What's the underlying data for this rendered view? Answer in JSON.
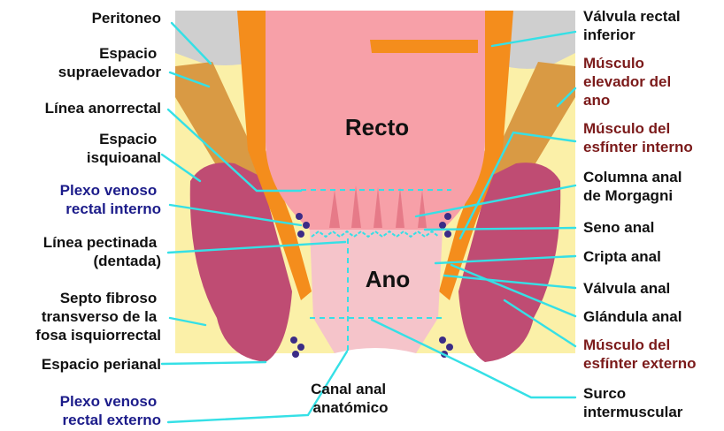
{
  "colors": {
    "label_default": "#111111",
    "label_muscle": "#7b1a1a",
    "label_venous": "#1c1c8a",
    "leader": "#35e0e6",
    "background": "#ffffff"
  },
  "organs": {
    "rectum": "Recto",
    "anus": "Ano"
  },
  "labels_left": [
    {
      "id": "peritoneo",
      "lines": [
        "Peritoneo"
      ]
    },
    {
      "id": "espacio-supraelevador",
      "lines": [
        "Espacio",
        "supraelevador"
      ]
    },
    {
      "id": "linea-anorrectal",
      "lines": [
        "Línea anorrectal"
      ]
    },
    {
      "id": "espacio-isquioanal",
      "lines": [
        "Espacio",
        "isquioanal"
      ]
    },
    {
      "id": "plexo-venoso-interno",
      "lines": [
        "Plexo venoso",
        "rectal interno"
      ]
    },
    {
      "id": "linea-pectinada",
      "lines": [
        "Línea pectinada",
        "(dentada)"
      ]
    },
    {
      "id": "septo-fibroso",
      "lines": [
        "Septo fibroso",
        "transverso de la",
        "fosa isquiorrectal"
      ]
    },
    {
      "id": "espacio-perianal",
      "lines": [
        "Espacio perianal"
      ]
    },
    {
      "id": "plexo-venoso-externo",
      "lines": [
        "Plexo venoso",
        "rectal externo"
      ]
    }
  ],
  "labels_right": [
    {
      "id": "valvula-rectal-inferior",
      "lines": [
        "Válvula rectal",
        "inferior"
      ]
    },
    {
      "id": "musculo-elevador",
      "lines": [
        "Músculo",
        "elevador del",
        "ano"
      ]
    },
    {
      "id": "esfinter-interno",
      "lines": [
        "Músculo del",
        "esfínter interno"
      ]
    },
    {
      "id": "columna-anal",
      "lines": [
        "Columna anal",
        "de Morgagni"
      ]
    },
    {
      "id": "seno-anal",
      "lines": [
        "Seno anal"
      ]
    },
    {
      "id": "cripta-anal",
      "lines": [
        "Cripta anal"
      ]
    },
    {
      "id": "valvula-anal",
      "lines": [
        "Válvula anal"
      ]
    },
    {
      "id": "glandula-anal",
      "lines": [
        "Glándula anal"
      ]
    },
    {
      "id": "esfinter-externo",
      "lines": [
        "Músculo del",
        "esfínter externo"
      ]
    },
    {
      "id": "surco-intermuscular",
      "lines": [
        "Surco",
        "intermuscular"
      ]
    }
  ],
  "labels_bottom": [
    {
      "id": "canal-anal-anatomico",
      "lines": [
        "Canal anal",
        "anatómico"
      ]
    }
  ]
}
